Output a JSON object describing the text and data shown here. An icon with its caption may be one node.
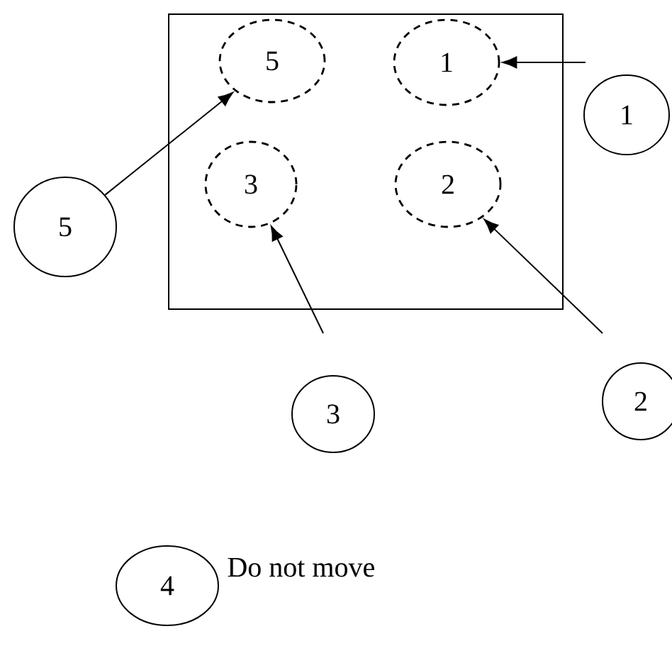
{
  "diagram": {
    "nodes": [
      {
        "text": [],
        "shape": "box"
      },
      {
        "text": [
          "5"
        ],
        "in": 0
      },
      {
        "text": [
          "1"
        ],
        "in": 0
      },
      {
        "text": [
          "3"
        ],
        "in": 0
      },
      {
        "text": [
          "2"
        ],
        "in": 0
      },
      {
        "text": [
          "1"
        ]
      },
      {
        "text": [
          "5"
        ]
      },
      {
        "text": [
          "3"
        ]
      },
      {
        "text": [
          "2"
        ]
      },
      {
        "text": [
          "4"
        ],
        "beside": [
          "Do not move"
        ]
      }
    ],
    "edges": [
      {
        "from": 6,
        "to": 1,
        "arrow": "to"
      },
      {
        "from": null,
        "to": 2,
        "arrow": "to"
      },
      {
        "from": null,
        "to": 3,
        "arrow": "to"
      },
      {
        "from": null,
        "to": 4,
        "arrow": "to"
      }
    ]
  }
}
